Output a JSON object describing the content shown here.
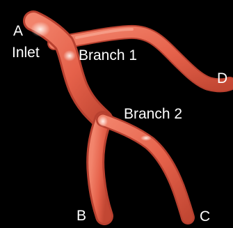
{
  "labels": {
    "a": "A",
    "inlet": "Inlet",
    "branch1": "Branch 1",
    "branch2": "Branch 2",
    "d": "D",
    "b": "B",
    "c": "C"
  },
  "colors": {
    "background": "#000000",
    "vessel": "#e5614a",
    "vessel_dark": "#b8402f",
    "vessel_highlight": "#fbe3d7",
    "text": "#ffffff"
  }
}
